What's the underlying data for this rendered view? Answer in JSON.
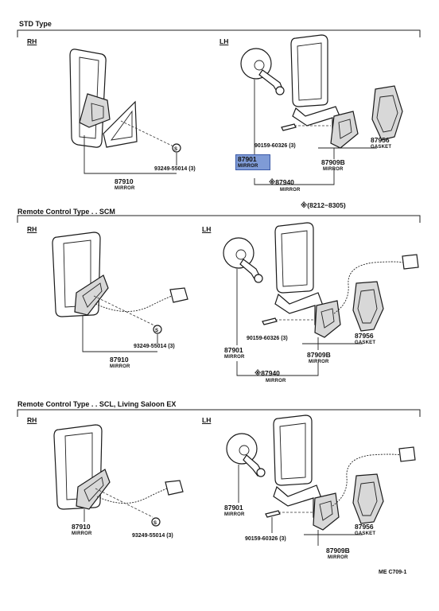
{
  "sections": [
    {
      "title": "STD  Type",
      "rh_label": "RH",
      "lh_label": "LH",
      "parts": {
        "rh_mirror_no": "87910",
        "rh_mirror_cap": "MIRROR",
        "rh_screw": "93249-55014 (3)",
        "lh_mirror_no": "87901",
        "lh_mirror_cap": "MIRROR",
        "lh_assy_no": "※87940",
        "lh_assy_cap": "MIRROR",
        "lh_bolt": "90159-60326 (3)",
        "lh_mirror_b_no": "87909B",
        "lh_mirror_b_cap": "MIRROR",
        "gasket_no": "87956",
        "gasket_cap": "GASKET"
      }
    },
    {
      "title": "Remote Control Type . . SCM",
      "rh_label": "RH",
      "lh_label": "LH",
      "date_range": "※(8212−8305)",
      "parts": {
        "rh_mirror_no": "87910",
        "rh_mirror_cap": "MIRROR",
        "rh_screw": "93249-55014 (3)",
        "lh_mirror_no": "87901",
        "lh_mirror_cap": "MIRROR",
        "lh_assy_no": "※87940",
        "lh_assy_cap": "MIRROR",
        "lh_bolt": "90159-60326 (3)",
        "lh_mirror_b_no": "87909B",
        "lh_mirror_b_cap": "MIRROR",
        "gasket_no": "87956",
        "gasket_cap": "GASKET"
      }
    },
    {
      "title": "Remote Control Type . . SCL, Living Saloon EX",
      "rh_label": "RH",
      "lh_label": "LH",
      "parts": {
        "rh_mirror_no": "87910",
        "rh_mirror_cap": "MIRROR",
        "rh_screw": "93249-55014 (3)",
        "lh_mirror_no": "87901",
        "lh_mirror_cap": "MIRROR",
        "lh_bolt": "90159-60326 (3)",
        "lh_mirror_b_no": "87909B",
        "lh_mirror_b_cap": "MIRROR",
        "gasket_no": "87956",
        "gasket_cap": "GASKET"
      }
    }
  ],
  "footer_code": "ME  C709-1",
  "highlight_color": "#7f9bd6"
}
